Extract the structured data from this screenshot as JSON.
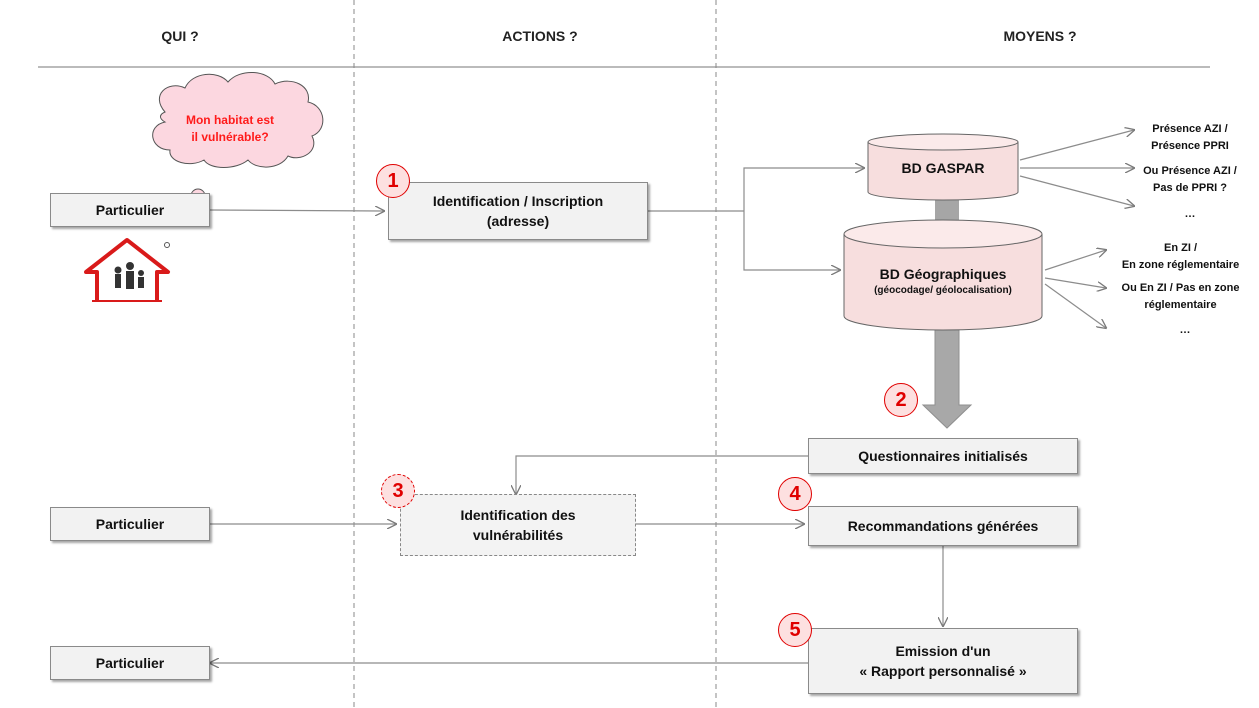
{
  "headers": {
    "qui": "QUI ?",
    "actions": "ACTIONS ?",
    "moyens": "MOYENS ?"
  },
  "cloud": {
    "line1": "Mon habitat est",
    "line2": "il vulnérable?"
  },
  "particulier_1": "Particulier",
  "particulier_2": "Particulier",
  "particulier_3": "Particulier",
  "step1": {
    "number": "1",
    "line1": "Identification / Inscription",
    "line2": "(adresse)"
  },
  "step2": {
    "number": "2"
  },
  "step3": {
    "number": "3",
    "line1": "Identification des",
    "line2": "vulnérabilités"
  },
  "step4": {
    "number": "4",
    "label": "Recommandations générées"
  },
  "step5": {
    "number": "5",
    "line1": "Emission d'un",
    "line2": "« Rapport personnalisé »"
  },
  "questionnaires": "Questionnaires initialisés",
  "db_gaspar": "BD GASPAR",
  "db_geo": {
    "title": "BD Géographiques",
    "subtitle": "(géocodage/ géolocalisation)"
  },
  "gaspar_outputs": {
    "o1a": "Présence AZI /",
    "o1b": "Présence PPRI",
    "o2a": "Ou Présence AZI /",
    "o2b": "Pas de PPRI ?",
    "ellipsis": "…"
  },
  "geo_outputs": {
    "o1a": "En ZI /",
    "o1b": "En zone réglementaire",
    "o2a": "Ou En ZI /  Pas en zone",
    "o2b": "réglementaire",
    "ellipsis": "…"
  },
  "colors": {
    "accent_red": "#e00000",
    "cloud_fill": "#fcd7e0",
    "db_fill": "#f7dede",
    "box_fill": "#f2f2f2",
    "line": "#8c8c8c"
  },
  "icons": {
    "house": "house-family-icon"
  }
}
